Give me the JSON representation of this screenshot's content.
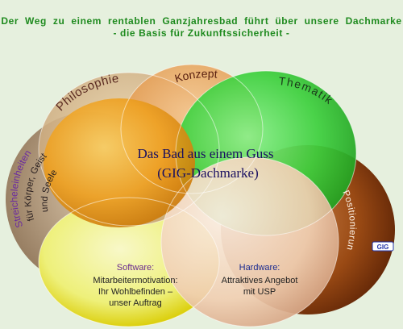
{
  "header": {
    "line1": "Der  Weg  zu  einem  rentablen  Ganzjahresbad  führt  über  unsere  Dachmarke",
    "line2": "- die Basis für Zukunftssicherheit -"
  },
  "center": {
    "line1": "Das Bad aus einem Guss",
    "line2": "(GIG-Dachmarke)"
  },
  "circles": {
    "philosophie": "Philosophie",
    "konzept": "Konzept",
    "thematik": "Thematik",
    "streicheleinheiten": "Streicheleinheiten",
    "koerper_geist": "für Körper, Geist",
    "und_seele": "und Seele",
    "positionierung": "Positionierung"
  },
  "software": {
    "title": "Software:",
    "line1": "Mitarbeitermotivation:",
    "line2": "Ihr Wohlbefinden –",
    "line3": "unser Auftrag"
  },
  "hardware": {
    "title": "Hardware:",
    "line1": "Attraktives Angebot",
    "line2": "mit USP"
  },
  "logo": "GIG",
  "colors": {
    "header_green": "#1e8a1e",
    "philosophie": "#d9b98a",
    "konzept": "#f0a860",
    "thematik": "#3ed63e",
    "streichel": "#b49a7c",
    "positionierung": "#8a3a0a",
    "software": "#e6ec20",
    "hardware": "#f2d0b4",
    "center": "#f0a018",
    "logo": "#2233aa"
  }
}
